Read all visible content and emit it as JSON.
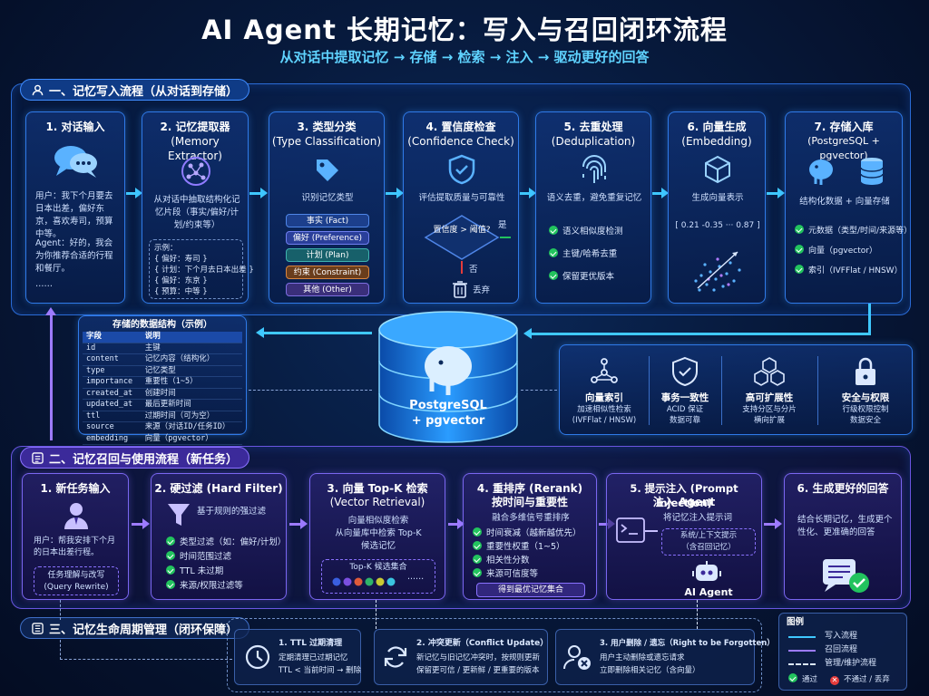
{
  "header": {
    "title": "AI Agent 长期记忆：写入与召回闭环流程",
    "subtitle": "从对话中提取记忆 → 存储 → 检索 → 注入 → 驱动更好的回答"
  },
  "write_section": {
    "label": "一、记忆写入流程（从对话到存储）",
    "steps": [
      {
        "title": "1. 对话输入",
        "user": "用户：我下个月要去日本出差，偏好东京，喜欢寿司，预算中等。",
        "agent": "Agent：好的，我会为你推荐合适的行程和餐厅。",
        "ellipsis": "……",
        "icon": "chat-bubbles-icon"
      },
      {
        "title": "2. 记忆提取器",
        "title2": "(Memory Extractor)",
        "desc": "从对话中抽取结构化记忆片段（事实/偏好/计划/约束等）",
        "example_label": "示例：",
        "examples": [
          "{ 偏好：寿司 }",
          "{ 计划：下个月去日本出差 }",
          "{ 偏好：东京 }",
          "{ 预算：中等 }"
        ],
        "icon": "brain-network-icon"
      },
      {
        "title": "3. 类型分类",
        "title2": "(Type Classification)",
        "desc": "识别记忆类型",
        "types": [
          "事实 (Fact)",
          "偏好 (Preference)",
          "计划 (Plan)",
          "约束 (Constraint)",
          "其他 (Other)"
        ],
        "icon": "tag-icon"
      },
      {
        "title": "4. 置信度检查",
        "title2": "(Confidence Check)",
        "desc": "评估提取质量与可靠性",
        "diamond": "置信度 > 阈值?",
        "yes": "是",
        "no": "否",
        "discard": "丢弃",
        "icon": "shield-check-icon"
      },
      {
        "title": "5. 去重处理",
        "title2": "(Deduplication)",
        "desc": "语义去重，避免重复记忆",
        "items": [
          "语义相似度检测",
          "主键/哈希去重",
          "保留更优版本"
        ],
        "icon": "fingerprint-icon"
      },
      {
        "title": "6. 向量生成",
        "title2": "(Embedding)",
        "desc": "生成向量表示",
        "vector": "[ 0.21  -0.35  ···  0.87 ]",
        "icon": "cube-icon"
      },
      {
        "title": "7. 存储入库",
        "title2": "(PostgreSQL + pgvector)",
        "desc": "结构化数据 + 向量存储",
        "items": [
          "元数据（类型/时间/来源等）",
          "向量（pgvector）",
          "索引（IVFFlat / HNSW）"
        ],
        "icon": "database-icon"
      }
    ]
  },
  "data_structure": {
    "title": "存储的数据结构（示例）",
    "headers": [
      "字段",
      "说明"
    ],
    "rows": [
      [
        "id",
        "主键"
      ],
      [
        "content",
        "记忆内容（结构化）"
      ],
      [
        "type",
        "记忆类型"
      ],
      [
        "importance",
        "重要性（1~5）"
      ],
      [
        "created_at",
        "创建时间"
      ],
      [
        "updated_at",
        "最后更新时间"
      ],
      [
        "ttl",
        "过期时间（可为空）"
      ],
      [
        "source",
        "来源（对话ID/任务ID）"
      ],
      [
        "embedding",
        "向量（pgvector）"
      ]
    ]
  },
  "database": {
    "label1": "PostgreSQL",
    "label2": "+ pgvector"
  },
  "features": [
    {
      "title": "向量索引",
      "desc1": "加速相似性检索",
      "desc2": "(IVFFlat / HNSW)",
      "icon": "graph-nodes-icon"
    },
    {
      "title": "事务一致性",
      "desc1": "ACID 保证",
      "desc2": "数据可靠",
      "icon": "shield-check-icon"
    },
    {
      "title": "高可扩展性",
      "desc1": "支持分区与分片",
      "desc2": "横向扩展",
      "icon": "cubes-icon"
    },
    {
      "title": "安全与权限",
      "desc1": "行级权限控制",
      "desc2": "数据安全",
      "icon": "lock-icon"
    }
  ],
  "recall_section": {
    "label": "二、记忆召回与使用流程（新任务）",
    "steps": [
      {
        "title": "1. 新任务输入",
        "desc": "用户：帮我安排下个月的日本出差行程。",
        "sub": "任务理解与改写",
        "sub2": "(Query Rewrite)",
        "icon": "user-icon"
      },
      {
        "title": "2. 硬过滤 (Hard Filter)",
        "desc": "基于规则的强过滤",
        "items": [
          "类型过滤（如：偏好/计划）",
          "时间范围过滤",
          "TTL 未过期",
          "来源/权限过滤等"
        ],
        "icon": "funnel-icon"
      },
      {
        "title": "3. 向量 Top-K 检索",
        "title2": "(Vector Retrieval)",
        "desc": "向量相似度检索",
        "desc2": "从向量库中检索 Top-K",
        "desc3": "候选记忆",
        "sub": "Top-K 候选集合",
        "ellipsis": "······",
        "icon": "candidate-dots-icon"
      },
      {
        "title": "4. 重排序 (Rerank)",
        "title2": "按时间与重要性",
        "desc": "融合多维信号重排序",
        "items": [
          "时间衰减（越新越优先）",
          "重要性权重（1~5）",
          "相关性分数",
          "来源可信度等"
        ],
        "sub": "得到最优记忆集合"
      },
      {
        "title": "5. 提示注入 (Prompt Injection)",
        "title2": "注入 Agent",
        "desc": "将记忆注入提示词",
        "box1": "系统/上下文提示",
        "box2": "（含召回记忆）",
        "agent": "AI Agent",
        "icon": "robot-icon"
      },
      {
        "title": "6. 生成更好的回答",
        "desc": "结合长期记忆，生成更个性化、更准确的回答",
        "icon": "answer-check-icon"
      }
    ]
  },
  "lifecycle": {
    "label": "三、记忆生命周期管理（闭环保障）",
    "items": [
      {
        "title": "1. TTL 过期清理",
        "line1": "定期清理已过期记忆",
        "line2": "TTL < 当前时间 → 删除",
        "icon": "clock-icon"
      },
      {
        "title": "2. 冲突更新（Conflict Update）",
        "line1": "新记忆与旧记忆冲突时，按规则更新",
        "line2": "保留更可信 / 更新鲜 / 更重要的版本",
        "icon": "refresh-icon"
      },
      {
        "title": "3. 用户删除 / 遗忘（Right to be Forgotten）",
        "line1": "用户主动删除或遗忘请求",
        "line2": "立即删除相关记忆（含向量）",
        "icon": "user-delete-icon"
      }
    ]
  },
  "legend": {
    "title": "图例",
    "items": [
      "写入流程",
      "召回流程",
      "管理/维护流程"
    ],
    "pass": "通过",
    "fail": "不通过 / 丢弃"
  },
  "colors": {
    "write": "#3fc8ff",
    "recall": "#9d7bff",
    "pass": "#22c35e",
    "fail": "#e53b3b"
  }
}
